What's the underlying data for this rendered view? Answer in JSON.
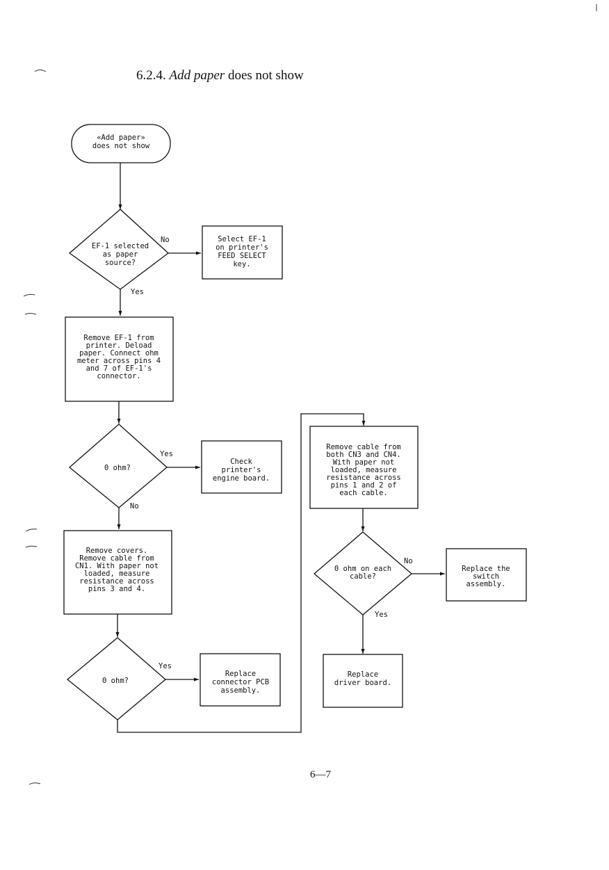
{
  "heading": {
    "number": "6.2.4.",
    "title_italic": "Add paper",
    "title_rest": "does not show"
  },
  "page_number": "6—7",
  "nodes": {
    "start": [
      "«Add paper»",
      "does not show"
    ],
    "d1": [
      "EF-1 selected",
      "as paper",
      "source?"
    ],
    "a1": [
      "Select EF-1",
      "on printer's",
      "FEED SELECT",
      "key."
    ],
    "p1": [
      "Remove EF-1 from",
      "printer. Deload",
      "paper. Connect ohm",
      "meter across pins 4",
      "and 7 of EF-1's",
      "connector."
    ],
    "d2": [
      "0 ohm?"
    ],
    "a2": [
      "Check",
      "printer's",
      "engine board."
    ],
    "p2": [
      "Remove covers.",
      "Remove cable from",
      "CN1. With paper not",
      "loaded, measure",
      "resistance across",
      "pins 3 and 4."
    ],
    "d3": [
      "0 ohm?"
    ],
    "a3": [
      "Replace",
      "connector PCB",
      "assembly."
    ],
    "p3": [
      "Remove cable from",
      "both CN3 and CN4.",
      "With paper not",
      "loaded, measure",
      "resistance across",
      "pins 1 and 2 of",
      "each cable."
    ],
    "d4": [
      "0 ohm on each",
      "cable?"
    ],
    "a4": [
      "Replace the",
      "switch",
      "assembly."
    ],
    "a5": [
      "Replace",
      "driver board."
    ]
  },
  "labels": {
    "d1_no": "No",
    "d1_yes": "Yes",
    "d2_yes": "Yes",
    "d2_no": "No",
    "d3_yes": "Yes",
    "d4_no": "No",
    "d4_yes": "Yes"
  }
}
